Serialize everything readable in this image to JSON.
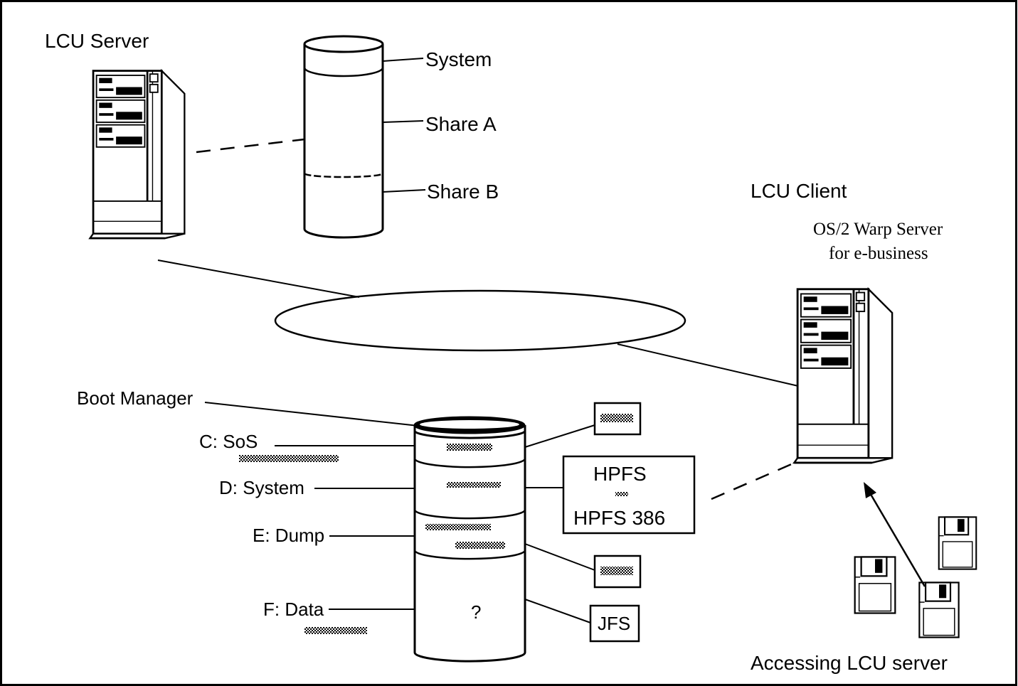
{
  "colors": {
    "ink": "#000000",
    "paper": "#ffffff",
    "hatch": "#555555"
  },
  "server": {
    "title": "LCU Server"
  },
  "server_disk": {
    "system": "System",
    "share_a": "Share A",
    "share_b": "Share B"
  },
  "network": {
    "icon": "lan-ring"
  },
  "client": {
    "title": "LCU Client",
    "os_line1": "OS/2 Warp Server",
    "os_line2": "for e-business"
  },
  "client_disk": {
    "boot_manager": "Boot Manager",
    "c_label": "C: SoS",
    "d_label": "D: System",
    "e_label": "E: Dump",
    "f_label": "F: Data",
    "f_content": "?"
  },
  "file_systems": {
    "hpfs_line1": "HPFS",
    "hpfs_line2": "HPFS 386",
    "jfs": "JFS"
  },
  "diskettes": {
    "caption": "Accessing LCU server"
  }
}
